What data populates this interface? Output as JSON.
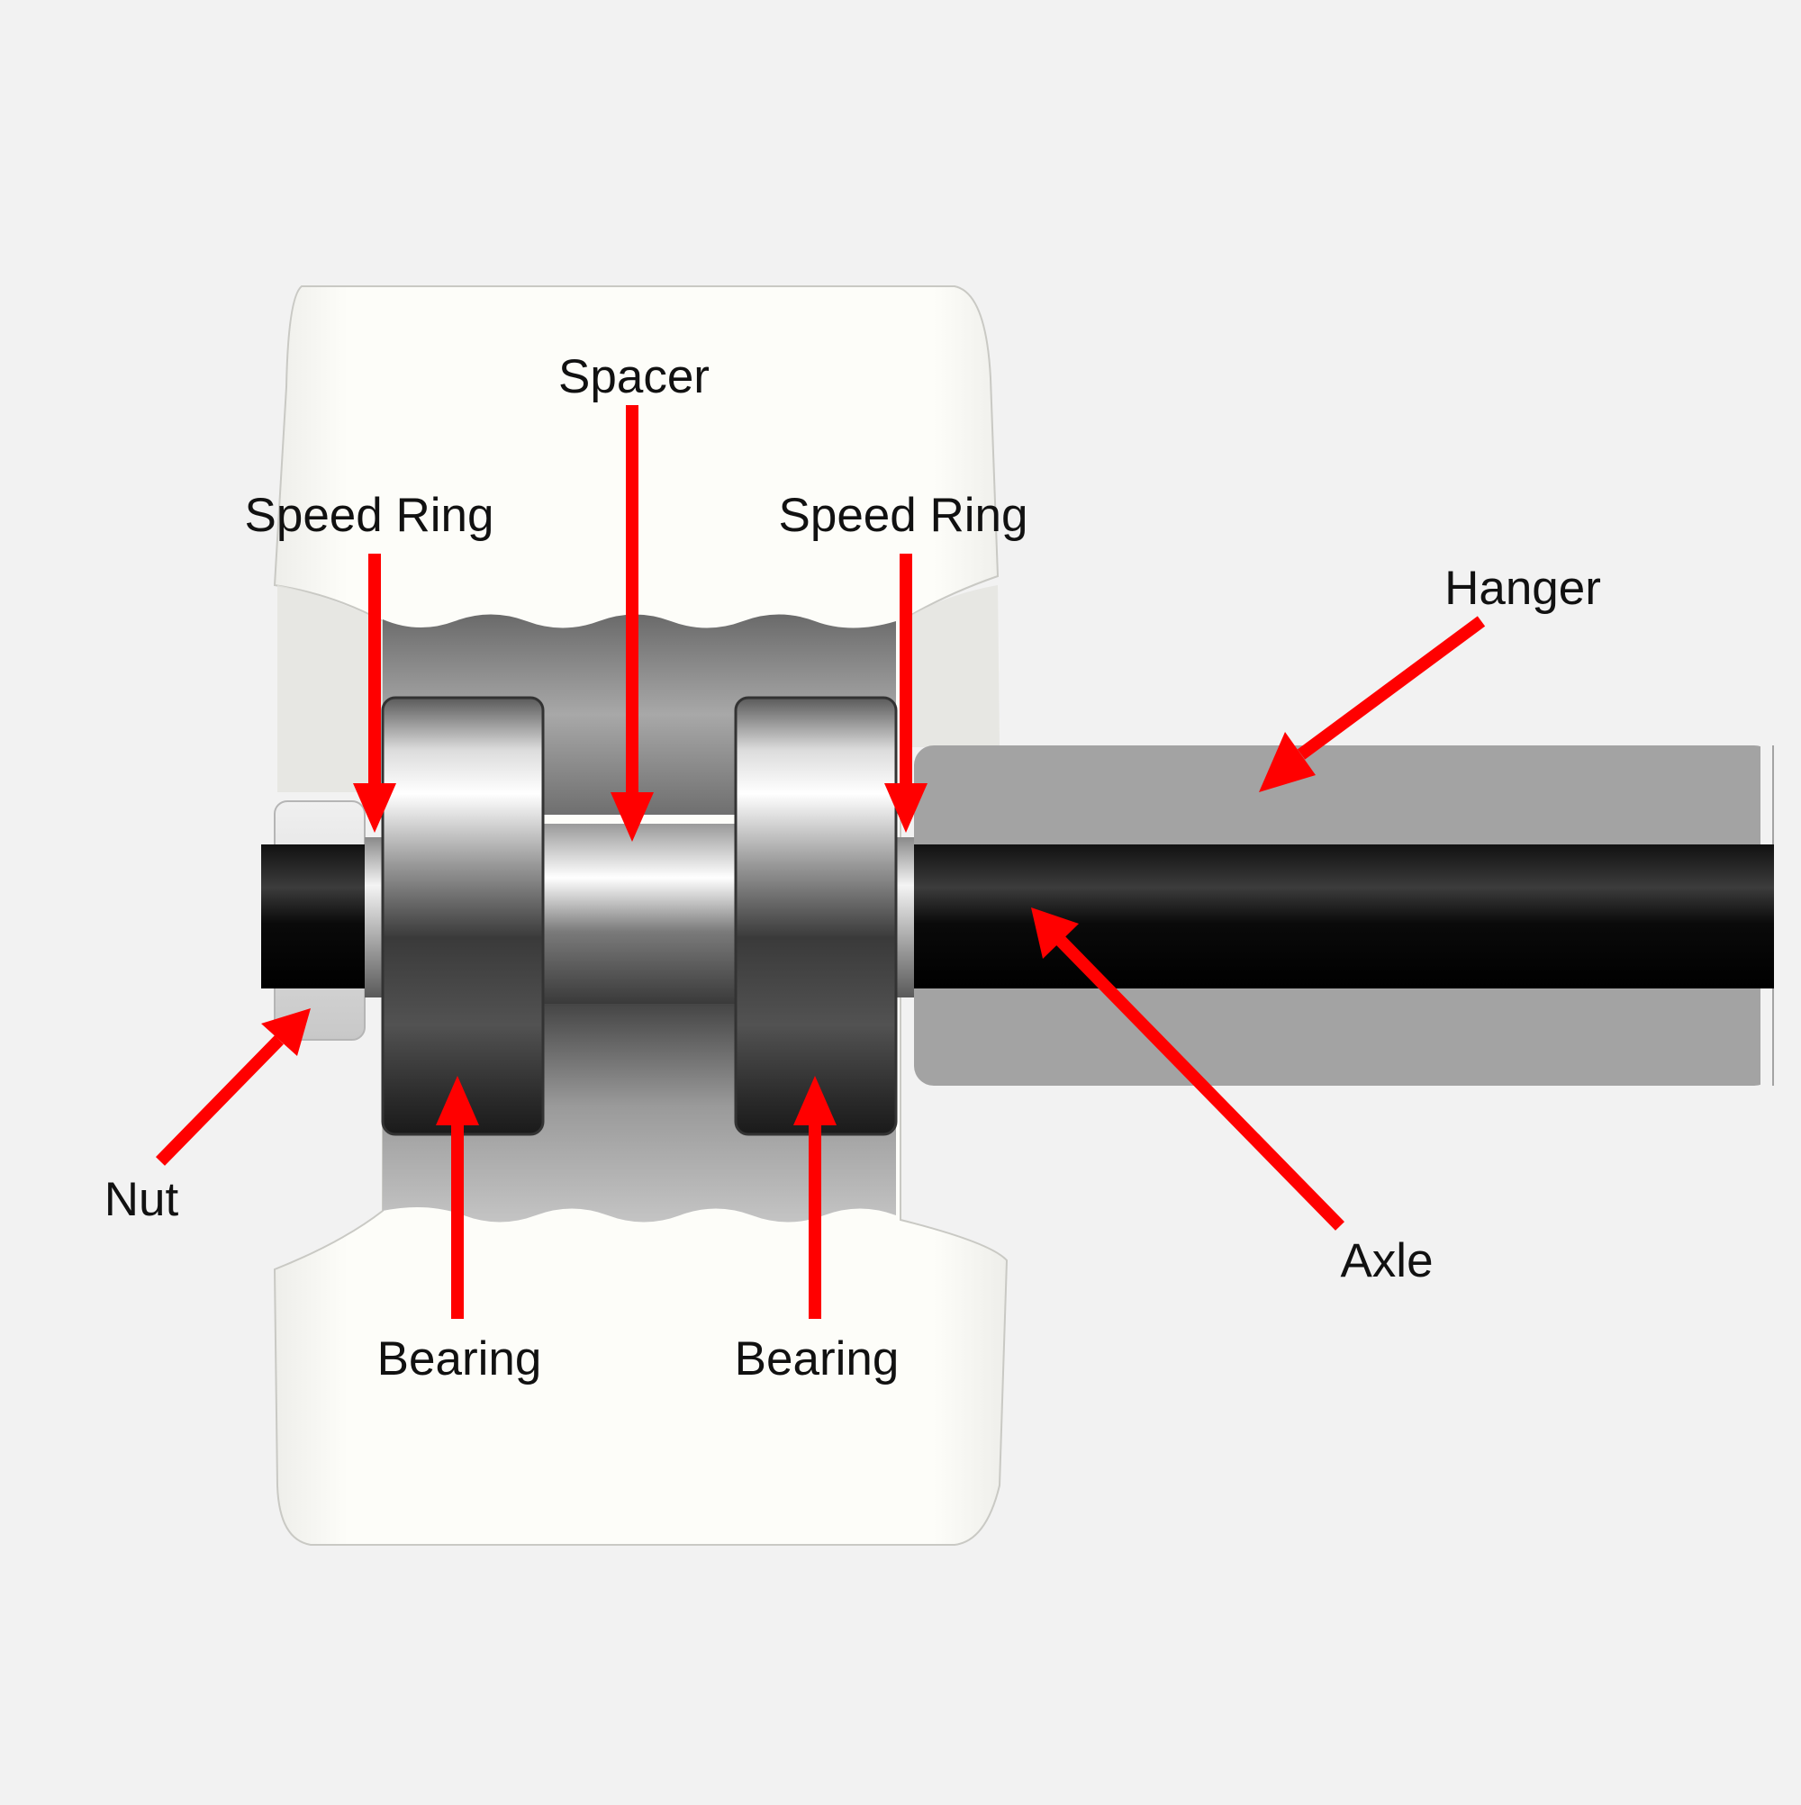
{
  "diagram": {
    "subject": "Skateboard wheel assembly cross-section",
    "labels": {
      "spacer": "Spacer",
      "speed_ring_left": "Speed Ring",
      "speed_ring_right": "Speed Ring",
      "hanger": "Hanger",
      "nut": "Nut",
      "bearing_left": "Bearing",
      "bearing_right": "Bearing",
      "axle": "Axle"
    },
    "colors": {
      "background": "#f2f2f2",
      "wheel": "#fcfcf8",
      "core": "#8a8a8a",
      "hanger": "#a3a3a3",
      "axle": "#0e0e0e",
      "arrow": "#ff0000"
    }
  }
}
